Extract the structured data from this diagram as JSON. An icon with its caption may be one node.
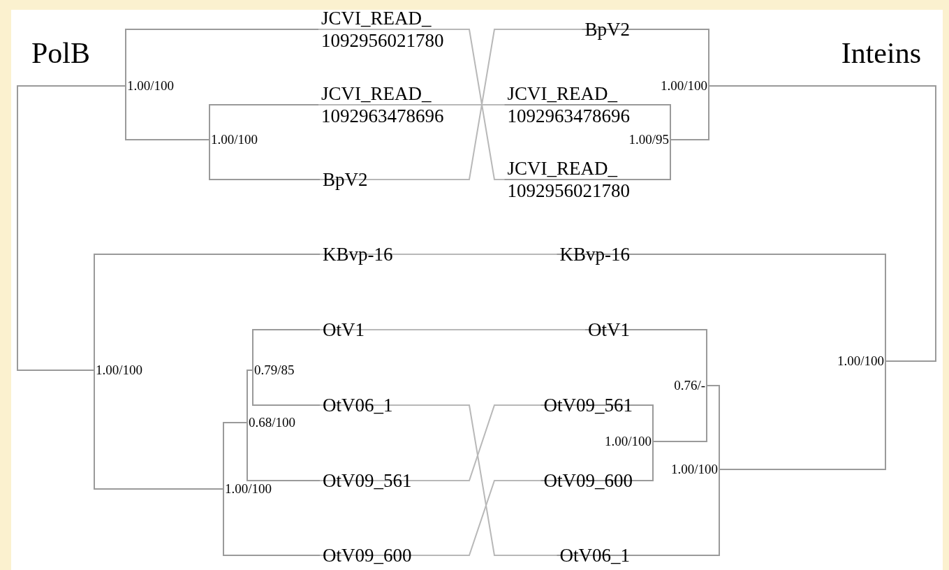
{
  "diagram": {
    "nodes": [
      {
        "text": [
          "1.00/100"
        ]
      },
      {
        "text": [
          "1.00/100"
        ]
      },
      {
        "text": [
          "1.00/100"
        ]
      },
      {
        "text": [
          "0.79/85"
        ]
      },
      {
        "text": [
          "0.68/100"
        ]
      },
      {
        "text": [
          "1.00/100"
        ]
      },
      {
        "text": [
          "JCVI_READ_ 1092956021780"
        ]
      },
      {
        "text": [
          "JCVI_READ_ 1092963478696"
        ]
      },
      {
        "text": [
          "BpV2"
        ]
      },
      {
        "text": [
          "KBvp-16"
        ]
      },
      {
        "text": [
          "OtV1"
        ]
      },
      {
        "text": [
          "OtV06_1"
        ]
      },
      {
        "text": [
          "OtV09_561"
        ]
      },
      {
        "text": [
          "OtV09_600"
        ]
      },
      {
        "text": [
          "BpV2"
        ]
      },
      {
        "text": [
          "JCVI_READ_ 1092963478696"
        ]
      },
      {
        "text": [
          "JCVI_READ_ 1092956021780"
        ]
      },
      {
        "text": [
          "KBvp-16"
        ]
      },
      {
        "text": [
          "OtV1"
        ]
      },
      {
        "text": [
          "OtV09_561"
        ]
      },
      {
        "text": [
          "OtV09_600"
        ]
      },
      {
        "text": [
          "OtV06_1"
        ]
      },
      {
        "text": [
          "1.00/100"
        ]
      },
      {
        "text": [
          "1.00/95"
        ]
      },
      {
        "text": [
          "0.76/-"
        ]
      },
      {
        "text": [
          "1.00/100"
        ]
      },
      {
        "text": [
          "1.00/100"
        ]
      },
      {
        "text": [
          "1.00/100"
        ]
      }
    ],
    "edges": [
      {
        "from": 0,
        "to": 2,
        "arrow": "none"
      },
      {
        "from": 0,
        "to": 6,
        "arrow": "none"
      },
      {
        "from": 0,
        "to": 1,
        "arrow": "none"
      },
      {
        "from": 1,
        "to": 7,
        "arrow": "none"
      },
      {
        "from": 1,
        "to": 8,
        "arrow": "none"
      },
      {
        "from": 2,
        "to": 9,
        "arrow": "none"
      },
      {
        "from": 2,
        "to": 5,
        "arrow": "none"
      },
      {
        "from": 5,
        "to": 4,
        "arrow": "none"
      },
      {
        "from": 5,
        "to": 13,
        "arrow": "none"
      },
      {
        "from": 4,
        "to": 3,
        "arrow": "none"
      },
      {
        "from": 4,
        "to": 12,
        "arrow": "none"
      },
      {
        "from": 3,
        "to": 10,
        "arrow": "none"
      },
      {
        "from": 3,
        "to": 11,
        "arrow": "none"
      },
      {
        "from": 6,
        "to": 16,
        "arrow": "none"
      },
      {
        "from": 7,
        "to": 15,
        "arrow": "none"
      },
      {
        "from": 8,
        "to": 14,
        "arrow": "none"
      },
      {
        "from": 9,
        "to": 17,
        "arrow": "none"
      },
      {
        "from": 10,
        "to": 18,
        "arrow": "none"
      },
      {
        "from": 11,
        "to": 21,
        "arrow": "none"
      },
      {
        "from": 12,
        "to": 19,
        "arrow": "none"
      },
      {
        "from": 13,
        "to": 20,
        "arrow": "none"
      },
      {
        "from": 22,
        "to": 27,
        "arrow": "none"
      },
      {
        "from": 22,
        "to": 14,
        "arrow": "none"
      },
      {
        "from": 22,
        "to": 23,
        "arrow": "none"
      },
      {
        "from": 23,
        "to": 15,
        "arrow": "none"
      },
      {
        "from": 23,
        "to": 16,
        "arrow": "none"
      },
      {
        "from": 27,
        "to": 17,
        "arrow": "none"
      },
      {
        "from": 27,
        "to": 26,
        "arrow": "none"
      },
      {
        "from": 26,
        "to": 24,
        "arrow": "none"
      },
      {
        "from": 26,
        "to": 21,
        "arrow": "none"
      },
      {
        "from": 24,
        "to": 18,
        "arrow": "none"
      },
      {
        "from": 24,
        "to": 25,
        "arrow": "none"
      },
      {
        "from": 25,
        "to": 19,
        "arrow": "none"
      },
      {
        "from": 25,
        "to": 20,
        "arrow": "none"
      }
    ],
    "labels": [
      "PolB",
      "Inteins"
    ]
  }
}
